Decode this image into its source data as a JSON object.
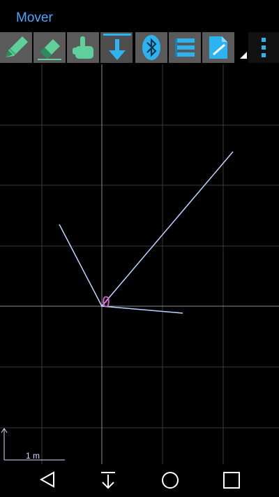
{
  "app": {
    "title": "Mover"
  },
  "toolbar": {
    "tools": [
      {
        "icon": "pencil-icon"
      },
      {
        "icon": "eraser-icon"
      },
      {
        "icon": "hand-pointer-icon"
      },
      {
        "icon": "download-arrow-icon",
        "active": true
      },
      {
        "icon": "bluetooth-icon"
      },
      {
        "icon": "list-icon"
      },
      {
        "icon": "document-edit-icon"
      }
    ],
    "overflow_icon": "more-vertical-icon"
  },
  "canvas": {
    "origin_label": "0",
    "scale_label": "1 m",
    "colors": {
      "grid": "#3a3a3a",
      "axis": "#8a8a8a",
      "path": "#bcd6ff",
      "origin": "#e060d0"
    }
  },
  "navbar": {
    "buttons": [
      {
        "icon": "back-triangle-icon"
      },
      {
        "icon": "download-icon"
      },
      {
        "icon": "home-circle-icon"
      },
      {
        "icon": "recents-square-icon"
      }
    ]
  }
}
